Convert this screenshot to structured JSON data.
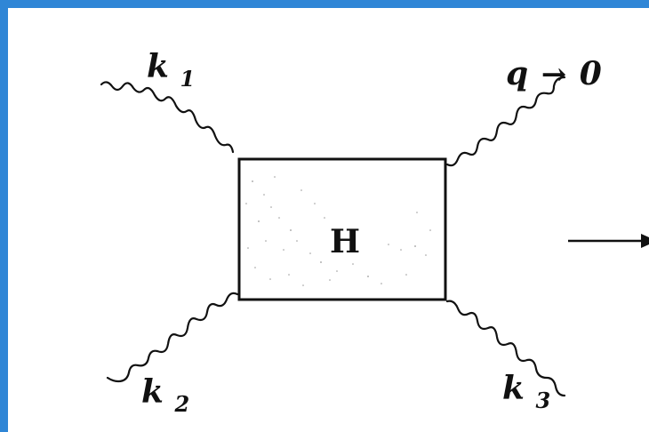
{
  "diagram": {
    "box_label": "H",
    "labels": {
      "k1_base": "k",
      "k1_sub": "1",
      "q_text": "q",
      "q_arrow": "→",
      "q_zero": "0",
      "k2_base": "k",
      "k2_sub": "2",
      "k3_base": "k",
      "k3_sub": "3"
    }
  },
  "colors": {
    "border_accent": "#2f86d6",
    "ink": "#111111",
    "shade": "#bdbdbd"
  }
}
